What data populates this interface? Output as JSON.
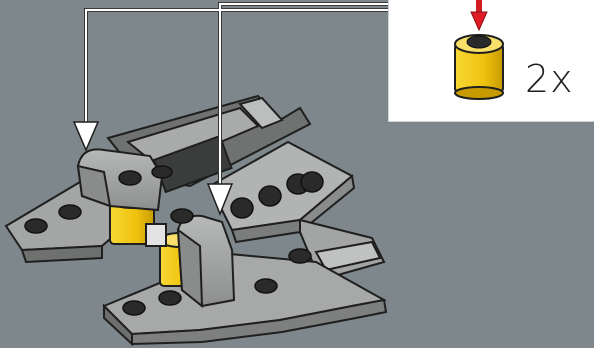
{
  "callout": {
    "part_name": "yellow-round-1x1-brick",
    "quantity_label": "2x",
    "part_color": "#f5cd14",
    "pointer_color": "#e01b24"
  },
  "model": {
    "base_color": "#9a9c9b",
    "dark_color": "#5a5c5c",
    "stud_color": "#1f1f1f",
    "accent_color": "#f5cd14",
    "background_color": "#7e878c"
  },
  "arrows": {
    "color": "#ffffff",
    "count": 2
  }
}
